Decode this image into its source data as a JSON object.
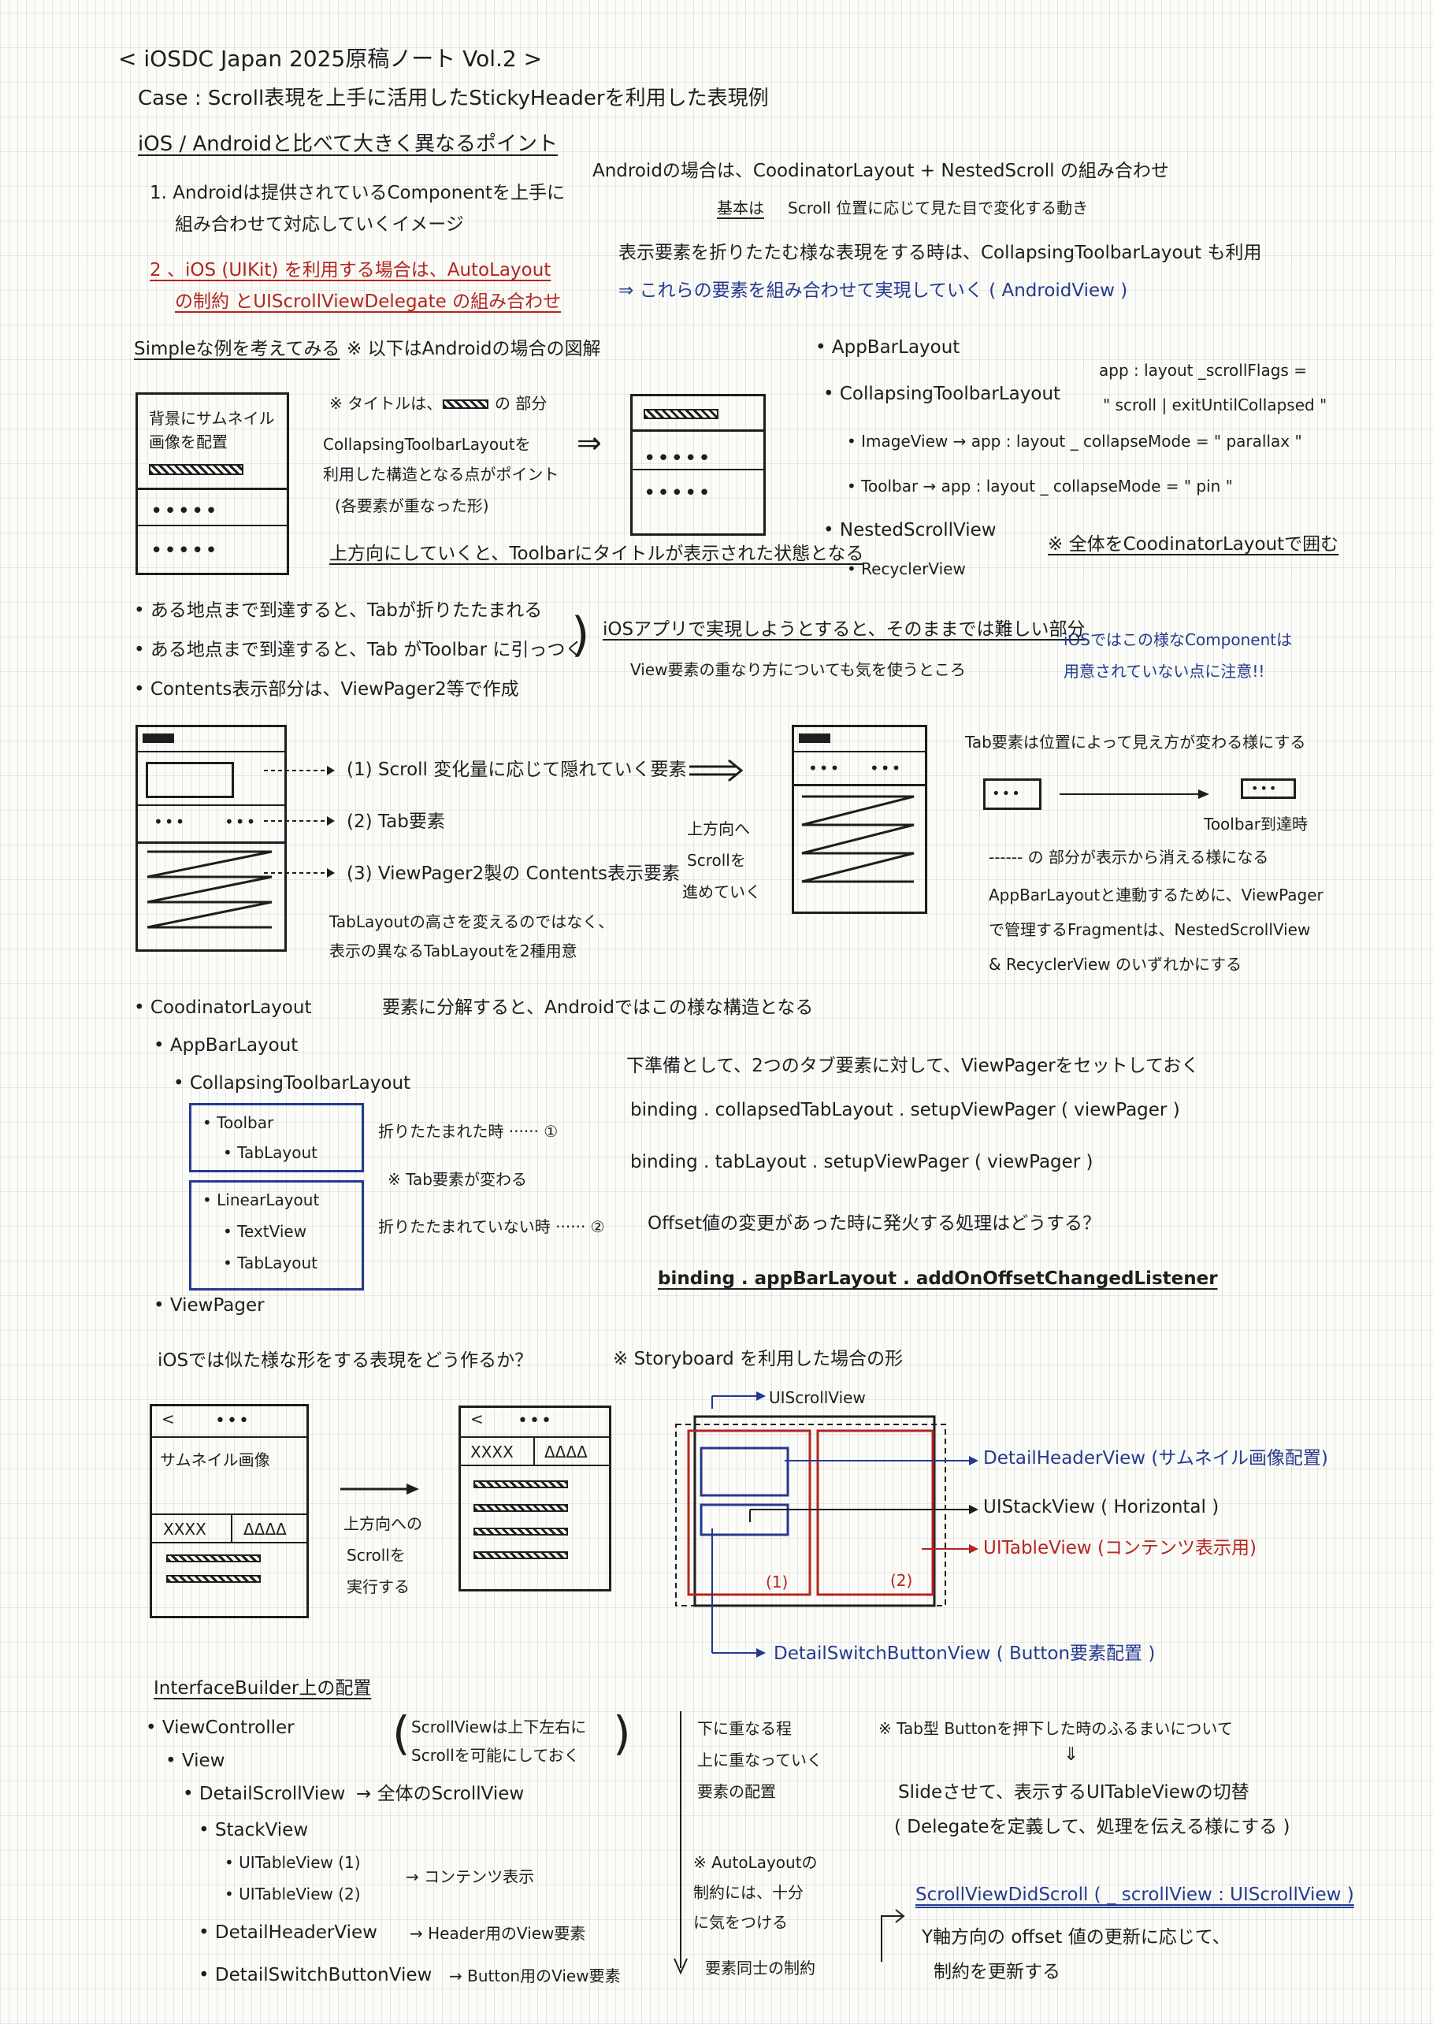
{
  "header": {
    "title": "< iOSDC Japan 2025原稿ノート Vol.2 >",
    "case": "Case : Scroll表現を上手に活用したStickyHeaderを利用した表現例",
    "points_heading": "iOS / Androidと比べて大きく異なるポイント"
  },
  "intro": {
    "p1_line1": "1. Androidは提供されているComponentを上手に",
    "p1_line2": "組み合わせて対応していくイメージ",
    "p2_line1": "2 、iOS (UIKit) を利用する場合は、AutoLayout",
    "p2_line2": "の制約 とUIScrollViewDelegate の組み合わせ",
    "android_line": "Androidの場合は、CoodinatorLayout + NestedScroll の組み合わせ",
    "kihon_label": "基本は",
    "kihon_text": "Scroll 位置に応じて見た目で変化する動き",
    "collapsing_text": "表示要素を折りたたむ様な表現をする時は、CollapsingToolbarLayout も利用",
    "arrow_text": "⇒ これらの要素を組み合わせて実現していく ( AndroidView )"
  },
  "simple": {
    "heading": "Simpleな例を考えてみる",
    "note": "※ 以下はAndroidの場合の図解",
    "box_line1": "背景にサムネイル",
    "box_line2": "画像を配置",
    "title_note": "※ タイトルは、",
    "title_note2": "の 部分",
    "point1": "CollapsingToolbarLayoutを",
    "point2": "利用した構造となる点がポイント",
    "point3": "(各要素が重なった形)",
    "scroll_note": "上方向にしていくと、Toolbarにタイトルが表示された状態となる",
    "tree": {
      "appbar": "• AppBarLayout",
      "collapsing": "• CollapsingToolbarLayout",
      "flags1": "app : layout _scrollFlags =",
      "flags2": "\" scroll | exitUntilCollapsed \"",
      "imageview": "• ImageView → app : layout _ collapseMode = \" parallax \"",
      "toolbar": "• Toolbar  → app : layout _ collapseMode = \" pin \"",
      "nested": "• NestedScrollView",
      "recycler": "• RecyclerView",
      "wrap_note": "※ 全体をCoodinatorLayoutで囲む"
    }
  },
  "tab": {
    "b1": "• ある地点まで到達すると、Tabが折りたたまれる",
    "b2": "• ある地点まで到達すると、Tab がToolbar に引っつく",
    "b3": "• Contents表示部分は、ViewPager2等で作成",
    "ios_hard": "iOSアプリで実現しようとすると、そのままでは難しい部分",
    "ios_hard2": "View要素の重なり方についても気を使うところ",
    "ios_note1": "iOSではこの様なComponentは",
    "ios_note2": "用意されていない点に注意!!",
    "d1": "(1) Scroll 変化量に応じて隠れていく要素",
    "d2": "(2) Tab要素",
    "d3": "(3) ViewPager2製の Contents表示要素",
    "tl1": "TabLayoutの高さを変えるのではなく、",
    "tl2": "表示の異なるTabLayoutを2種用意",
    "up1": "上方向へ",
    "up2": "Scrollを",
    "up3": "進めていく",
    "tab_change": "Tab要素は位置によって見え方が変わる様にする",
    "toolbar_reach": "Toolbar到達時",
    "dash_note": "------ の 部分が表示から消える様になる",
    "frag1": "AppBarLayoutと連動するために、ViewPager",
    "frag2": "で管理するFragmentは、NestedScrollView",
    "frag3": "& RecyclerView のいずれかにする"
  },
  "structure": {
    "coord": "• CoodinatorLayout",
    "appbar": "• AppBarLayout",
    "collapsing": "• CollapsingToolbarLayout",
    "toolbar": "• Toolbar",
    "tablayout1": "• TabLayout",
    "linear": "• LinearLayout",
    "textview": "• TextView",
    "tablayout2": "• TabLayout",
    "viewpager": "• ViewPager",
    "collapsed_label": "折りたたまれた時 ······ ①",
    "tab_change": "※ Tab要素が変わる",
    "expanded_label": "折りたたまれていない時 ······ ②",
    "decompose": "要素に分解すると、Androidではこの様な構造となる",
    "prep": "下準備として、2つのタブ要素に対して、ViewPagerをセットしておく",
    "code1": "binding . collapsedTabLayout . setupViewPager ( viewPager )",
    "code2": "binding . tabLayout . setupViewPager ( viewPager )",
    "offset_q": "Offset値の変更があった時に発火する処理はどうする？",
    "code3": "binding . appBarLayout . addOnOffsetChangedListener"
  },
  "ios": {
    "question": "iOSでは似た様な形をする表現をどう作るか？",
    "storyboard": "※ Storyboard を利用した場合の形",
    "thumb": "サムネイル画像",
    "xxxx": "XXXX",
    "triangles": "ΔΔΔΔ",
    "back": "<",
    "up1": "上方向への",
    "up2": "Scrollを",
    "up3": "実行する",
    "scrollview": "UIScrollView",
    "detail_header": "DetailHeaderView (サムネイル画像配置)",
    "stackview": "UIStackView ( Horizontal )",
    "tableview": "UITableView (コンテンツ表示用)",
    "switch_view": "DetailSwitchButtonView ( Button要素配置 )",
    "n1": "(1)",
    "n2": "(2)",
    "ib_heading": "InterfaceBuilder上の配置",
    "vc": "• ViewController",
    "view": "• View",
    "dsv": "• DetailScrollView",
    "dsv_desc": "→ 全体のScrollView",
    "stack": "• StackView",
    "tv1": "• UITableView (1)",
    "tv2": "• UITableView (2)",
    "tv_desc": "→ コンテンツ表示",
    "dhv": "• DetailHeaderView",
    "dhv_desc": "→ Header用のView要素",
    "dsbv": "• DetailSwitchButtonView",
    "dsbv_desc": "→ Button用のView要素",
    "paren1": "ScrollViewは上下左右に",
    "paren2": "Scrollを可能にしておく",
    "order1": "下に重なる程",
    "order2": "上に重なっていく",
    "order3": "要素の配置",
    "al1": "※ AutoLayoutの",
    "al2": "制約には、十分",
    "al3": "に気をつける",
    "al4": "要素同士の制約",
    "tab_btn": "※ Tab型 Buttonを押下した時のふるまいについて",
    "slide": "Slideさせて、表示するUITableViewの切替",
    "delegate": "( Delegateを定義して、処理を伝える様にする )",
    "did_scroll": "ScrollViewDidScroll ( _ scrollView : UIScrollView )",
    "y_offset1": "Y軸方向の offset 値の更新に応じて、",
    "y_offset2": "制約を更新する"
  }
}
